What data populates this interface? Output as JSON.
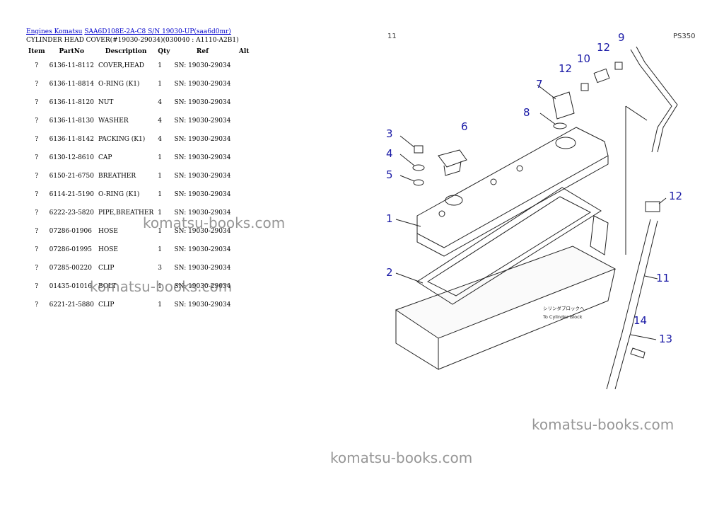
{
  "breadcrumb": {
    "link1": "Engines Komatsu",
    "link2": "SAA6D108E-2A-C8 S/N 19030-UP(saa6d0mr)"
  },
  "subtitle": "CYLINDER HEAD COVER(#19030-29034)(030040 : A1110-A2B1)",
  "table": {
    "headers": [
      "Item",
      "PartNo",
      "Description",
      "Qty",
      "Ref",
      "Alt"
    ],
    "rows": [
      {
        "item": "?",
        "partno": "6136-11-8112",
        "desc": "COVER,HEAD",
        "qty": "1",
        "ref": "SN: 19030-29034",
        "alt": ""
      },
      {
        "item": "?",
        "partno": "6136-11-8814",
        "desc": "O-RING (K1)",
        "qty": "1",
        "ref": "SN: 19030-29034",
        "alt": ""
      },
      {
        "item": "?",
        "partno": "6136-11-8120",
        "desc": "NUT",
        "qty": "4",
        "ref": "SN: 19030-29034",
        "alt": ""
      },
      {
        "item": "?",
        "partno": "6136-11-8130",
        "desc": "WASHER",
        "qty": "4",
        "ref": "SN: 19030-29034",
        "alt": ""
      },
      {
        "item": "?",
        "partno": "6136-11-8142",
        "desc": "PACKING (K1)",
        "qty": "4",
        "ref": "SN: 19030-29034",
        "alt": ""
      },
      {
        "item": "?",
        "partno": "6130-12-8610",
        "desc": "CAP",
        "qty": "1",
        "ref": "SN: 19030-29034",
        "alt": ""
      },
      {
        "item": "?",
        "partno": "6150-21-6750",
        "desc": "BREATHER",
        "qty": "1",
        "ref": "SN: 19030-29034",
        "alt": ""
      },
      {
        "item": "?",
        "partno": "6114-21-5190",
        "desc": "O-RING (K1)",
        "qty": "1",
        "ref": "SN: 19030-29034",
        "alt": ""
      },
      {
        "item": "?",
        "partno": "6222-23-5820",
        "desc": "PIPE,BREATHER",
        "qty": "1",
        "ref": "SN: 19030-29034",
        "alt": ""
      },
      {
        "item": "?",
        "partno": "07286-01906",
        "desc": "HOSE",
        "qty": "1",
        "ref": "SN: 19030-29034",
        "alt": ""
      },
      {
        "item": "?",
        "partno": "07286-01995",
        "desc": "HOSE",
        "qty": "1",
        "ref": "SN: 19030-29034",
        "alt": ""
      },
      {
        "item": "?",
        "partno": "07285-00220",
        "desc": "CLIP",
        "qty": "3",
        "ref": "SN: 19030-29034",
        "alt": ""
      },
      {
        "item": "?",
        "partno": "01435-01016",
        "desc": "BOLT",
        "qty": "1",
        "ref": "SN: 19030-29034",
        "alt": ""
      },
      {
        "item": "?",
        "partno": "6221-21-5880",
        "desc": "CLIP",
        "qty": "1",
        "ref": "SN: 19030-29034",
        "alt": ""
      }
    ]
  },
  "diagram": {
    "page_num": "11",
    "code": "PS350",
    "annotation_jp": "シリンダブロックへ",
    "annotation_en": "To Cylinder Block",
    "callouts": [
      "1",
      "2",
      "3",
      "4",
      "5",
      "6",
      "7",
      "8",
      "9",
      "10",
      "11",
      "12",
      "12",
      "12",
      "13",
      "14"
    ]
  },
  "watermark": "komatsu-books.com",
  "colors": {
    "link": "#0000cc",
    "callout": "#1a1aa6",
    "watermark": "#8a8a8a"
  }
}
